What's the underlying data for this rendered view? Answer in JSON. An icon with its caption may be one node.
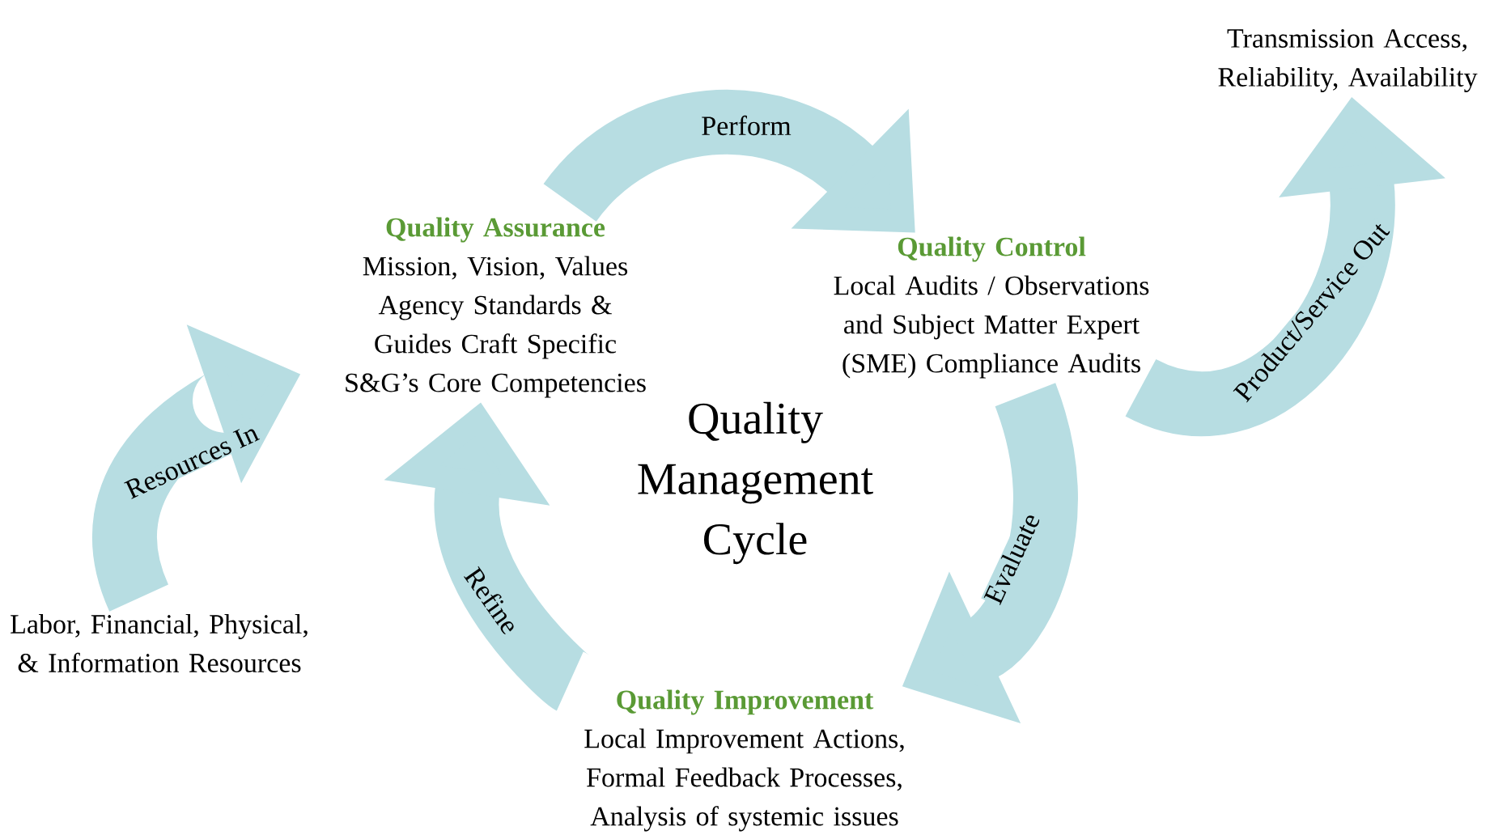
{
  "diagram": {
    "title": "Quality Management Cycle",
    "nodes": [
      {
        "text": [
          "Quality Assurance",
          "Mission, Vision, Values Agency Standards & Guides Craft Specific S&G’s Core Competencies"
        ]
      },
      {
        "text": [
          "Quality Control",
          "Local Audits / Observations and Subject Matter Expert (SME) Compliance Audits"
        ]
      },
      {
        "text": [
          "Quality Improvement",
          "Local Improvement Actions, Formal Feedback Processes, Analysis of systemic issues"
        ]
      },
      {
        "text": [
          "Labor, Financial, Physical, & Information Resources"
        ]
      },
      {
        "text": [
          "Transmission Access, Reliability, Availability"
        ]
      }
    ],
    "edges": [
      {
        "from": 0,
        "to": 1,
        "arrow": "to",
        "label": "Perform"
      },
      {
        "from": 1,
        "to": 2,
        "arrow": "to",
        "label": "Evaluate"
      },
      {
        "from": 2,
        "to": 0,
        "arrow": "to",
        "label": "Refine"
      },
      {
        "from": 3,
        "to": 0,
        "arrow": "to",
        "label": "Resources In"
      },
      {
        "from": 1,
        "to": 4,
        "arrow": "to",
        "label": "Product/Service Out"
      }
    ]
  }
}
